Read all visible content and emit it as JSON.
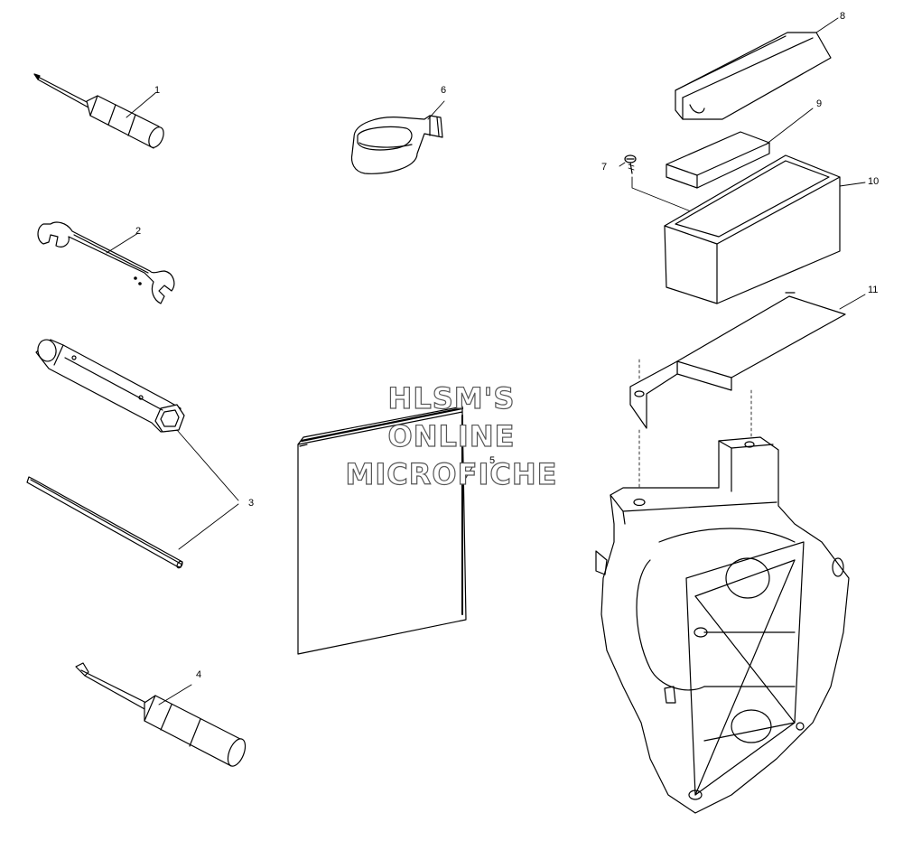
{
  "watermark": {
    "line1": "HLSM'S",
    "line2": "ONLINE",
    "line3": "MICROFICHE"
  },
  "callouts": {
    "c1": "1",
    "c2": "2",
    "c3": "3",
    "c4": "4",
    "c5": "5",
    "c6": "6",
    "c7": "7",
    "c8": "8",
    "c9": "9",
    "c10": "10",
    "c11": "11"
  },
  "parts": [
    {
      "callout": "1",
      "icon": "screwdriver-icon"
    },
    {
      "callout": "2",
      "icon": "open-end-wrench-icon"
    },
    {
      "callout": "3",
      "icon": "tube-wrench-with-bar-icon"
    },
    {
      "callout": "4",
      "icon": "screwdriver-icon"
    },
    {
      "callout": "5",
      "icon": "manual-book-icon"
    },
    {
      "callout": "6",
      "icon": "strap-icon"
    },
    {
      "callout": "7",
      "icon": "screw-icon"
    },
    {
      "callout": "8",
      "icon": "box-lid-icon"
    },
    {
      "callout": "9",
      "icon": "pad-icon"
    },
    {
      "callout": "10",
      "icon": "tool-box-icon"
    },
    {
      "callout": "11",
      "icon": "bracket-icon"
    }
  ]
}
